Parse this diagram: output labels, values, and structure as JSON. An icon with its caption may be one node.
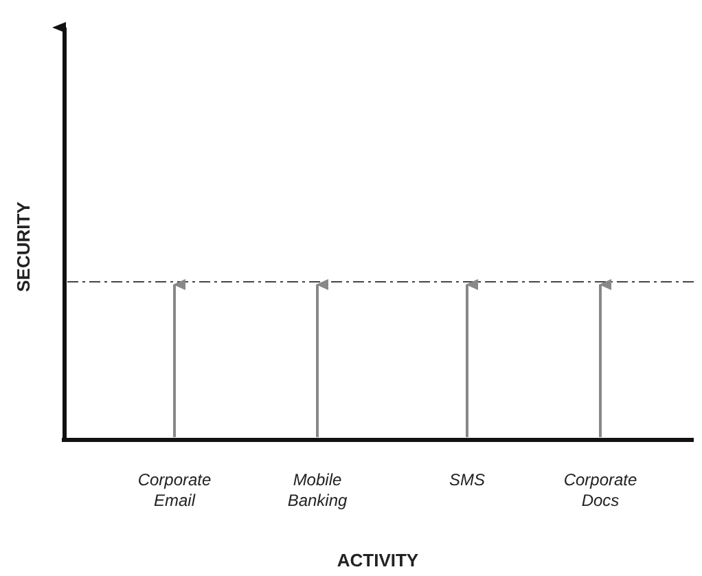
{
  "diagram": {
    "labels": [
      "SECURITY",
      "Corporate Email",
      "Mobile Banking",
      "SMS",
      "Corporate Docs",
      "ACTIVITY"
    ]
  }
}
